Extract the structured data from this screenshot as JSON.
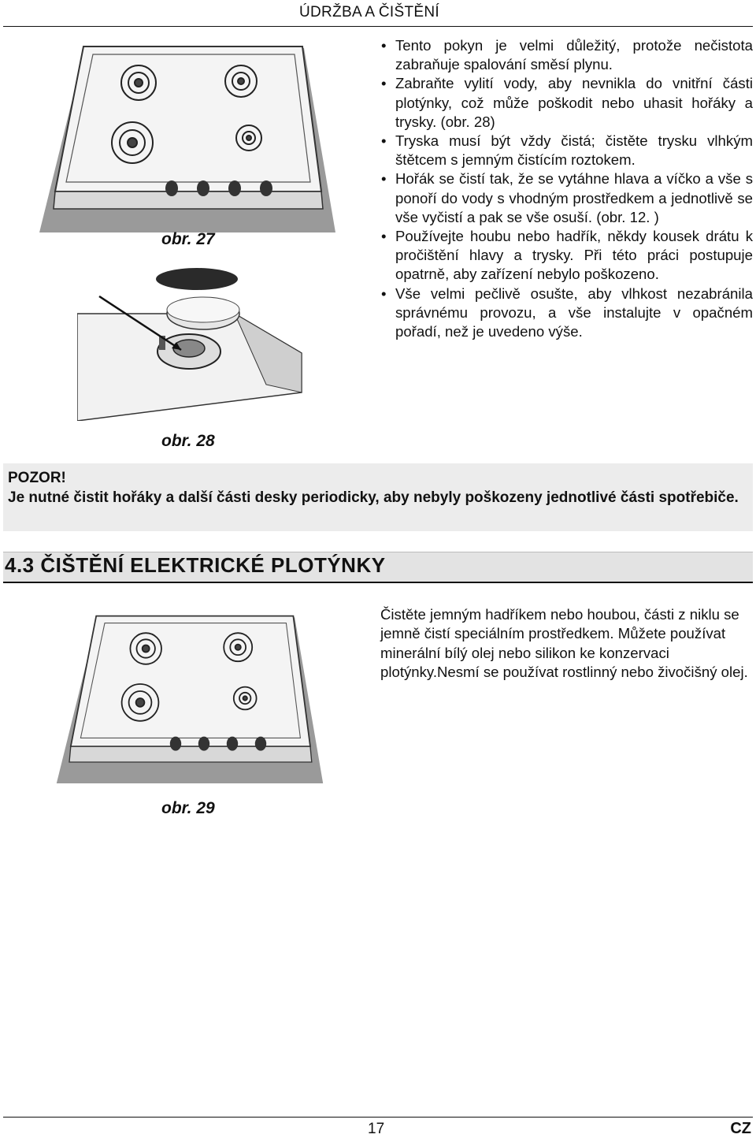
{
  "header": {
    "title": "ÚDRŽBA A ČIŠTĚNÍ"
  },
  "bullets": [
    "Tento pokyn je velmi důležitý, protože nečistota zabraňuje spalování směsí plynu.",
    "Zabraňte vylití vody, aby nevnikla do vnitřní části plotýnky, což může poškodit nebo uhasit hořáky a trysky. (obr. 28)",
    "Tryska musí být vždy čistá; čistěte trysku vlhkým štětcem s jemným čistícím roztokem.",
    "Hořák se čistí tak, že se vytáhne hlava a víčko a vše s ponoří do vody s vhodným prostředkem a jednotlivě se vše vyčistí a pak se vše osuší. (obr. 12. )",
    "Používejte houbu nebo hadřík, někdy kousek drátu k pročištění hlavy a trysky. Při této práci postupuje opatrně, aby zařízení nebylo poškozeno.",
    "Vše velmi pečlivě osušte, aby vlhkost nezabránila správnému provozu, a vše instalujte v opačném pořadí, než je uvedeno výše."
  ],
  "figures": {
    "fig27": "obr. 27",
    "fig28": "obr. 28",
    "fig29": "obr. 29"
  },
  "warning": {
    "title": "POZOR!",
    "text": "Je nutné čistit hořáky a další části desky periodicky, aby nebyly poškozeny jednotlivé části spotřebiče."
  },
  "section": {
    "title": "4.3 ČIŠTĚNÍ ELEKTRICKÉ PLOTÝNKY",
    "paragraph": "Čistěte jemným hadříkem nebo houbou, části z niklu se jemně čistí speciálním prostředkem. Můžete používat minerální bílý olej nebo silikon ke konzervaci plotýnky.Nesmí se používat rostlinný nebo živočišný olej."
  },
  "footer": {
    "page": "17",
    "lang": "CZ"
  },
  "colors": {
    "text": "#111111",
    "warning_bg": "#ececec",
    "section_bg": "#e3e3e3"
  }
}
